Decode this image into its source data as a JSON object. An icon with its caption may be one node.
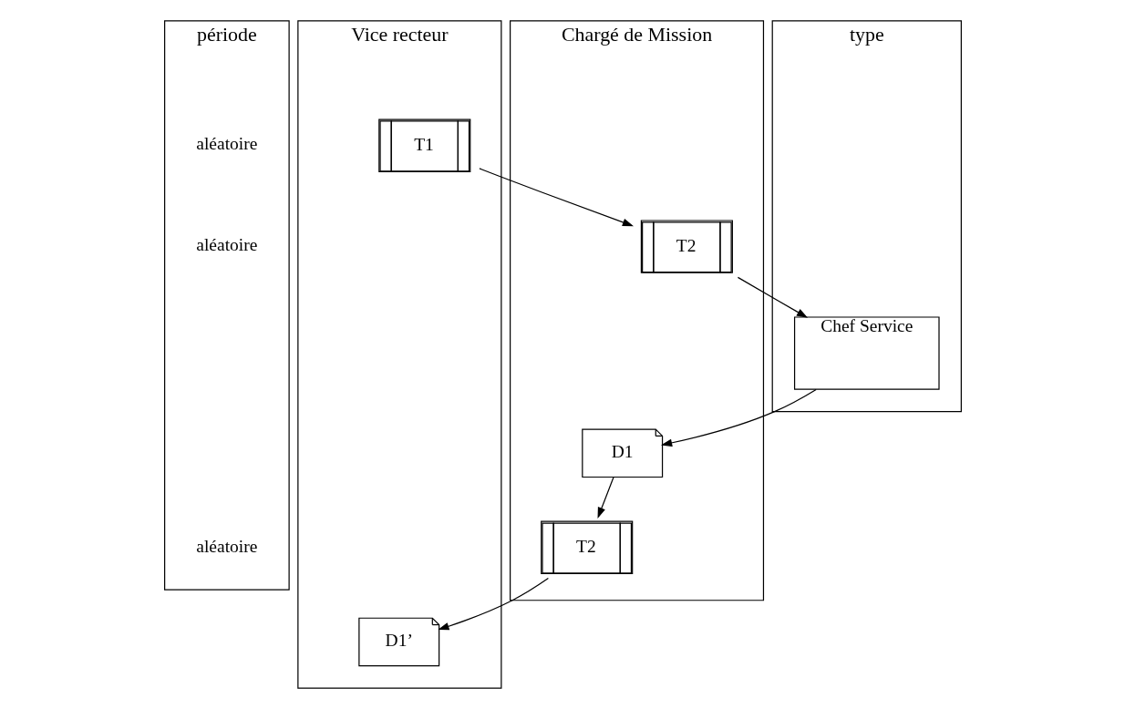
{
  "diagram": {
    "nodes": [
      {
        "text": [
          "période"
        ]
      },
      {
        "text": [
          "Vice recteur"
        ]
      },
      {
        "text": [
          "Chargé de Mission"
        ]
      },
      {
        "text": [
          "type"
        ]
      },
      {
        "text": [
          "T1"
        ],
        "in": 1
      },
      {
        "text": [
          "T2"
        ],
        "in": 2
      },
      {
        "text": [
          "Chef Service"
        ],
        "in": 3
      },
      {
        "text": [
          "D1"
        ],
        "in": 2
      },
      {
        "text": [
          "T2"
        ],
        "in": 2
      },
      {
        "text": [
          "D1’"
        ],
        "in": 1
      }
    ],
    "edges": [
      {
        "from": 4,
        "to": 5,
        "arrow": "to"
      },
      {
        "from": 5,
        "to": 6,
        "arrow": "to"
      },
      {
        "from": 6,
        "to": 7,
        "arrow": "to"
      },
      {
        "from": 7,
        "to": 8,
        "arrow": "to"
      },
      {
        "from": 8,
        "to": 9,
        "arrow": "to"
      }
    ],
    "labels": [
      "aléatoire",
      "aléatoire",
      "aléatoire"
    ]
  }
}
